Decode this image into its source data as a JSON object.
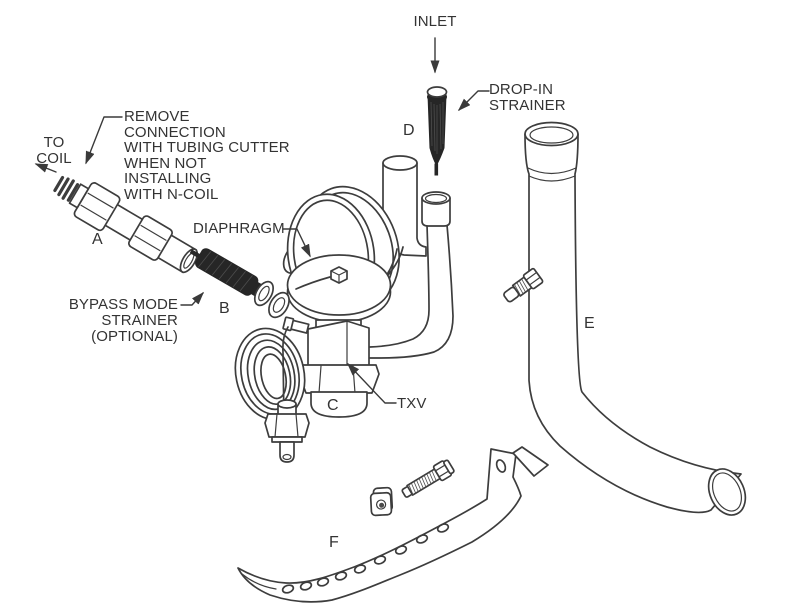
{
  "figure": {
    "description": "Exploded view of TXV (thermostatic expansion valve) installation",
    "colors": {
      "line": "#3d3d3d",
      "dark_fill": "#262626",
      "text": "#333333",
      "background": "#ffffff"
    },
    "labels": {
      "inlet": "INLET",
      "drop_in_strainer": "DROP-IN\nSTRAINER",
      "to_coil": "TO\nCOIL",
      "remove_connection_note": "REMOVE CONNECTION\nWITH TUBING CUTTER\nWHEN NOT INSTALLING\nWITH N-COIL",
      "diaphragm": "DIAPHRAGM",
      "bypass_mode_strainer": "BYPASS MODE\nSTRAINER\n(OPTIONAL)",
      "txv": "TXV"
    },
    "part_letters": {
      "a": "A",
      "b": "B",
      "c": "C",
      "d": "D",
      "e": "E",
      "f": "F"
    }
  }
}
